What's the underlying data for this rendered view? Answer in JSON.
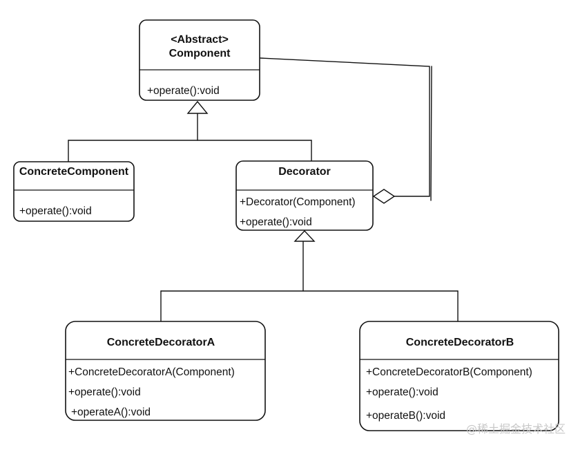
{
  "classes": {
    "component": {
      "stereotype": "<Abstract>",
      "name": "Component",
      "methods": [
        "+operate():void"
      ]
    },
    "concrete_component": {
      "name": "ConcreteComponent",
      "methods": [
        "+operate():void"
      ]
    },
    "decorator": {
      "name": "Decorator",
      "methods": [
        "+Decorator(Component)",
        "+operate():void"
      ]
    },
    "concrete_decorator_a": {
      "name": "ConcreteDecoratorA",
      "methods": [
        "+ConcreteDecoratorA(Component)",
        "+operate():void",
        "+operateA():void"
      ]
    },
    "concrete_decorator_b": {
      "name": "ConcreteDecoratorB",
      "methods": [
        "+ConcreteDecoratorB(Component)",
        "+operate():void",
        "+operateB():void"
      ]
    }
  },
  "relations": [
    {
      "type": "inheritance",
      "from": "ConcreteComponent",
      "to": "Component"
    },
    {
      "type": "inheritance",
      "from": "Decorator",
      "to": "Component"
    },
    {
      "type": "aggregation",
      "from": "Decorator",
      "to": "Component"
    },
    {
      "type": "inheritance",
      "from": "ConcreteDecoratorA",
      "to": "Decorator"
    },
    {
      "type": "inheritance",
      "from": "ConcreteDecoratorB",
      "to": "Decorator"
    }
  ],
  "watermark": "@稀土掘金技术社区"
}
